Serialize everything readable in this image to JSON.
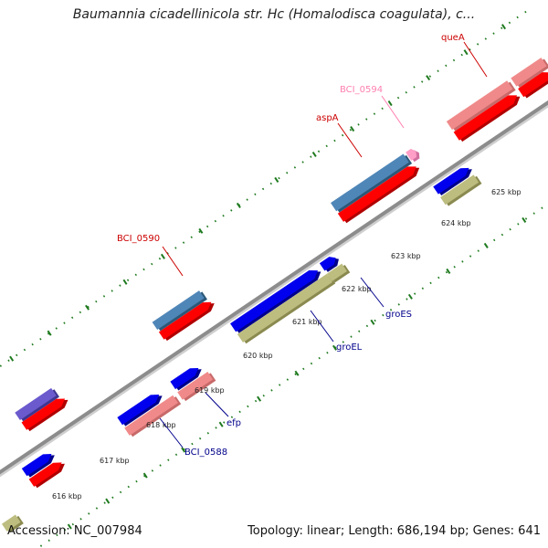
{
  "title": "Baumannia cicadellinicola str. Hc (Homalodisca coagulata), c...",
  "footer": {
    "accession": "Accession: NC_007984",
    "summary": "Topology: linear; Length: 686,194 bp; Genes: 641"
  },
  "colors": {
    "backbone": "#8c8c8c",
    "tick_dots": "#1f7a1f",
    "label_red": "#cc0000",
    "label_blue": "#00008b",
    "label_pink": "#ff80b0"
  },
  "scale": {
    "unit": "kbp",
    "ticks": [
      "616 kbp",
      "617 kbp",
      "618 kbp",
      "619 kbp",
      "620 kbp",
      "621 kbp",
      "622 kbp",
      "623 kbp",
      "624 kbp",
      "625 kbp"
    ]
  },
  "gene_labels": {
    "bci_0590": "BCI_0590",
    "aspA": "aspA",
    "bci_0594": "BCI_0594",
    "queA": "queA",
    "efp": "efp",
    "bci_0588": "BCI_0588",
    "groEL": "groEL",
    "groES": "groES"
  }
}
